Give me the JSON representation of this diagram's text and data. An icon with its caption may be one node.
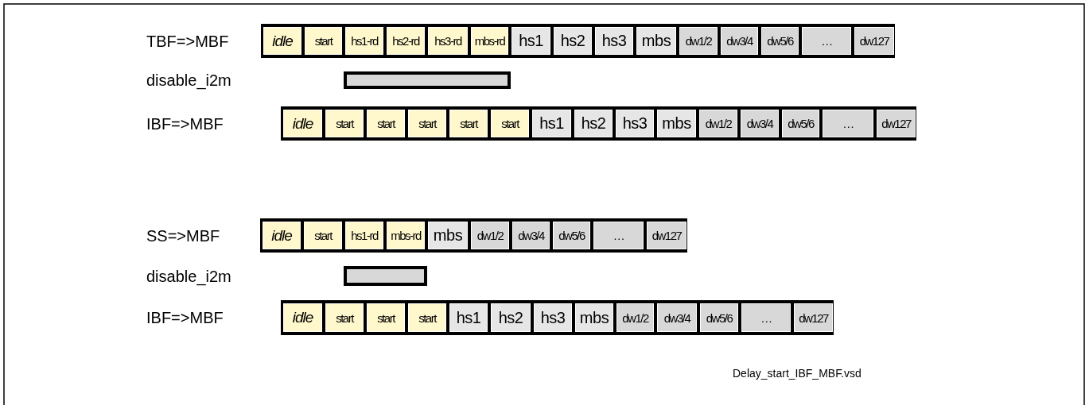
{
  "diagram": {
    "nodes": [
      {
        "text": [],
        "shape": "bar"
      },
      {
        "text": [
          "idle"
        ],
        "in": 0
      },
      {
        "text": [
          "start"
        ],
        "in": 0
      },
      {
        "text": [
          "hs1-rd"
        ],
        "in": 0
      },
      {
        "text": [
          "hs2-rd"
        ],
        "in": 0
      },
      {
        "text": [
          "hs3-rd"
        ],
        "in": 0
      },
      {
        "text": [
          "mbs-rd"
        ],
        "in": 0
      },
      {
        "text": [
          "hs1"
        ],
        "in": 0
      },
      {
        "text": [
          "hs2"
        ],
        "in": 0
      },
      {
        "text": [
          "hs3"
        ],
        "in": 0
      },
      {
        "text": [
          "mbs"
        ],
        "in": 0
      },
      {
        "text": [
          "dw1/2"
        ],
        "in": 0
      },
      {
        "text": [
          "dw3/4"
        ],
        "in": 0
      },
      {
        "text": [
          "dw5/6"
        ],
        "in": 0
      },
      {
        "text": [
          "…"
        ],
        "in": 0
      },
      {
        "text": [
          "dw127"
        ],
        "in": 0
      },
      {
        "text": [],
        "shape": "bar"
      },
      {
        "text": [],
        "shape": "bar"
      },
      {
        "text": [
          "idle"
        ],
        "in": 17
      },
      {
        "text": [
          "start"
        ],
        "in": 17
      },
      {
        "text": [
          "start"
        ],
        "in": 17
      },
      {
        "text": [
          "start"
        ],
        "in": 17
      },
      {
        "text": [
          "start"
        ],
        "in": 17
      },
      {
        "text": [
          "start"
        ],
        "in": 17
      },
      {
        "text": [
          "hs1"
        ],
        "in": 17
      },
      {
        "text": [
          "hs2"
        ],
        "in": 17
      },
      {
        "text": [
          "hs3"
        ],
        "in": 17
      },
      {
        "text": [
          "mbs"
        ],
        "in": 17
      },
      {
        "text": [
          "dw1/2"
        ],
        "in": 17
      },
      {
        "text": [
          "dw3/4"
        ],
        "in": 17
      },
      {
        "text": [
          "dw5/6"
        ],
        "in": 17
      },
      {
        "text": [
          "…"
        ],
        "in": 17
      },
      {
        "text": [
          "dw127"
        ],
        "in": 17
      },
      {
        "text": [],
        "shape": "bar"
      },
      {
        "text": [
          "idle"
        ],
        "in": 33
      },
      {
        "text": [
          "start"
        ],
        "in": 33
      },
      {
        "text": [
          "hs1-rd"
        ],
        "in": 33
      },
      {
        "text": [
          "mbs-rd"
        ],
        "in": 33
      },
      {
        "text": [
          "mbs"
        ],
        "in": 33
      },
      {
        "text": [
          "dw1/2"
        ],
        "in": 33
      },
      {
        "text": [
          "dw3/4"
        ],
        "in": 33
      },
      {
        "text": [
          "dw5/6"
        ],
        "in": 33
      },
      {
        "text": [
          "…"
        ],
        "in": 33
      },
      {
        "text": [
          "dw127"
        ],
        "in": 33
      },
      {
        "text": [],
        "shape": "bar"
      },
      {
        "text": [],
        "shape": "bar"
      },
      {
        "text": [
          "idle"
        ],
        "in": 45
      },
      {
        "text": [
          "start"
        ],
        "in": 45
      },
      {
        "text": [
          "start"
        ],
        "in": 45
      },
      {
        "text": [
          "start"
        ],
        "in": 45
      },
      {
        "text": [
          "hs1"
        ],
        "in": 45
      },
      {
        "text": [
          "hs2"
        ],
        "in": 45
      },
      {
        "text": [
          "hs3"
        ],
        "in": 45
      },
      {
        "text": [
          "mbs"
        ],
        "in": 45
      },
      {
        "text": [
          "dw1/2"
        ],
        "in": 45
      },
      {
        "text": [
          "dw3/4"
        ],
        "in": 45
      },
      {
        "text": [
          "dw5/6"
        ],
        "in": 45
      },
      {
        "text": [
          "…"
        ],
        "in": 45
      },
      {
        "text": [
          "dw127"
        ],
        "in": 45
      }
    ],
    "labels": [
      "TBF=>MBF",
      "disable_i2m",
      "IBF=>MBF",
      "SS=>MBF",
      "disable_i2m",
      "IBF=>MBF",
      "Delay_start_IBF_MBF.vsd"
    ]
  }
}
